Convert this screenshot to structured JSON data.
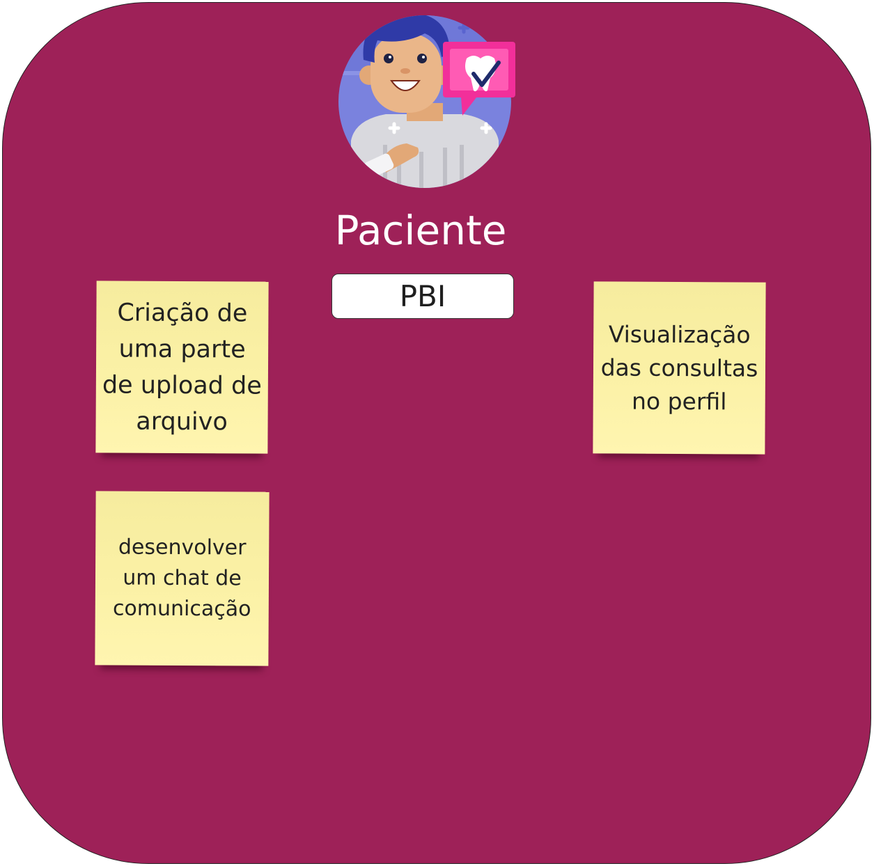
{
  "board": {
    "background_color": "#9e2158"
  },
  "header": {
    "avatar_icon": "patient-dental-avatar-icon",
    "title": "Paciente"
  },
  "tag": {
    "label": "PBI"
  },
  "notes": [
    {
      "text": "Criação de uma parte de upload de arquivo",
      "color": "#fbf1a6"
    },
    {
      "text": "Visualização das consultas no perfil",
      "color": "#fbf1a6"
    },
    {
      "text": "desenvolver um chat de comunicação",
      "color": "#fbf1a6"
    }
  ]
}
